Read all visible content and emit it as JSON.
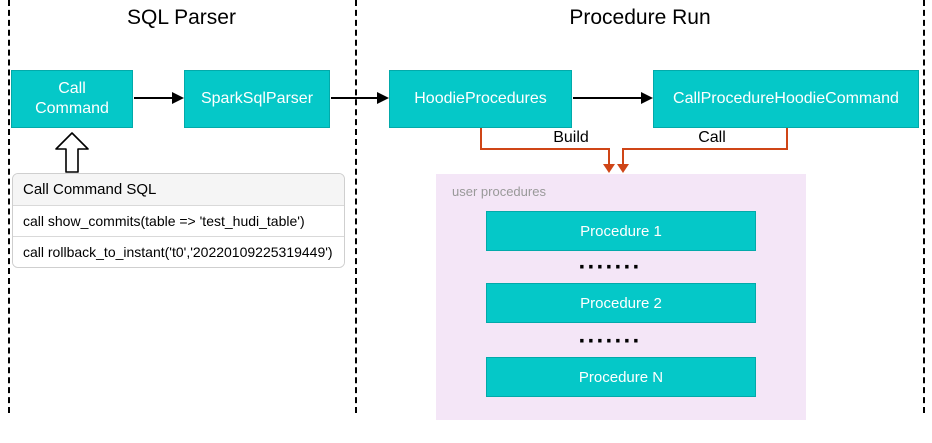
{
  "colors": {
    "teal": "#05c8c8",
    "orange": "#cf4517",
    "pink_container": "#f4e6f7",
    "list_header_bg": "#f5f5f5"
  },
  "panels": {
    "sql_parser": {
      "title": "SQL Parser"
    },
    "procedure_run": {
      "title": "Procedure Run"
    }
  },
  "nodes": {
    "call_command": "Call Command",
    "spark_sql_parser": "SparkSqlParser",
    "hoodie_procedures": "HoodieProcedures",
    "call_procedure_hoodie_command": "CallProcedureHoodieCommand"
  },
  "sql_list": {
    "header": "Call Command SQL",
    "rows": [
      "call show_commits(table => 'test_hudi_table')",
      "call rollback_to_instant('t0','20220109225319449')"
    ]
  },
  "edges": {
    "build_label": "Build",
    "call_label": "Call"
  },
  "user_procedures": {
    "label": "user procedures",
    "items": [
      "Procedure 1",
      "Procedure 2",
      "Procedure N"
    ],
    "dots": "·······"
  }
}
